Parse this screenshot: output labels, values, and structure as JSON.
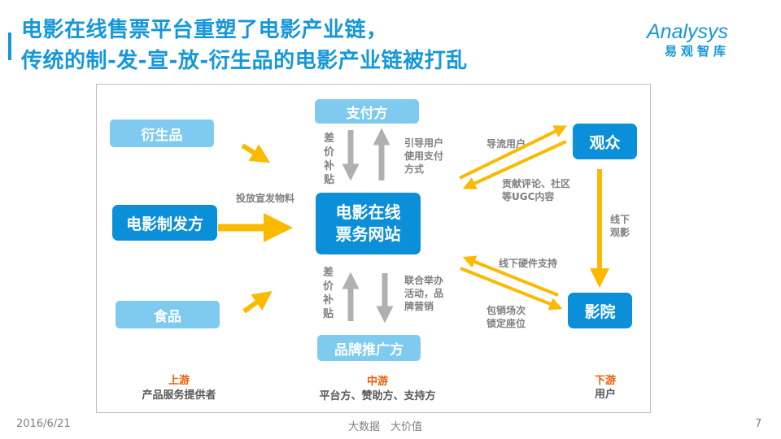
{
  "title": {
    "line1": "电影在线售票平台重塑了电影产业链，",
    "line2": "传统的制-发-宣-放-衍生品的电影产业链被打乱"
  },
  "logo": {
    "brand": "Analysys",
    "cn": "易观智库",
    "color": "#1597d8"
  },
  "watermark": "易观智库",
  "nodes": {
    "derivatives": "衍生品",
    "producer": "电影制发方",
    "food": "食品",
    "payment": "支付方",
    "platform_line1": "电影在线",
    "platform_line2": "票务网站",
    "brand_promoter": "品牌推广方",
    "audience": "观众",
    "cinema": "影院"
  },
  "labels": {
    "materials": "投放宣发物料",
    "subsidy_top": "差价补贴",
    "guide_payment": "引导用户使用支付方式",
    "subsidy_bottom": "差价补贴",
    "joint_events": "联合举办活动，品牌营销",
    "traffic": "导流用户",
    "ugc": "贡献评论、社区等UGC内容",
    "hardware": "线下硬件支持",
    "block_booking": "包销场次锁定座位",
    "offline_viewing": "线下观影"
  },
  "tiers": {
    "upstream": "上游",
    "upstream_desc": "产品服务提供者",
    "midstream": "中游",
    "midstream_desc": "平台方、赞助方、支持方",
    "downstream": "下游",
    "downstream_desc": "用户"
  },
  "footer": {
    "date": "2016/6/21",
    "slogan": "大数据　大价值",
    "page": "7"
  },
  "colors": {
    "title": "#1597d8",
    "light_box": "#7ecbef",
    "dark_box": "#0a8fd8",
    "arrow_yellow": "#fbb900",
    "arrow_gray": "#b0b0b0",
    "tier_accent": "#f05a00"
  }
}
